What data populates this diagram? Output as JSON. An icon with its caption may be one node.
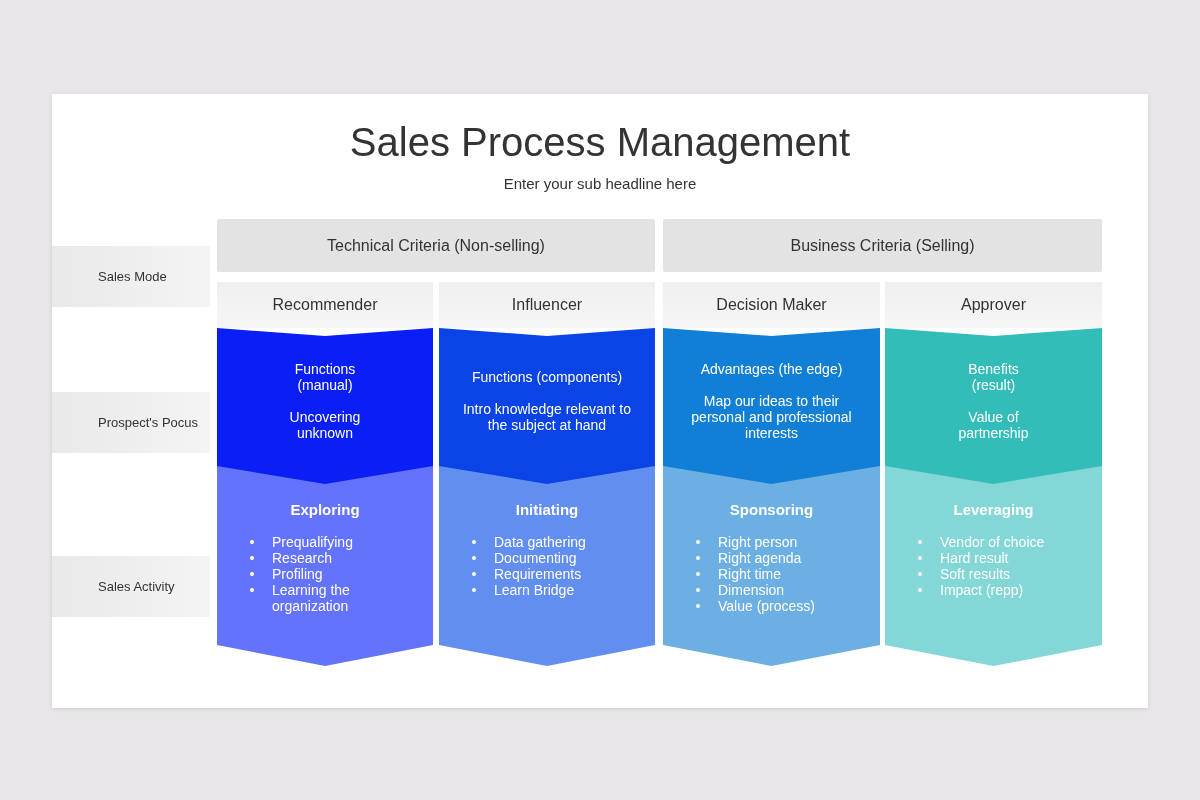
{
  "diagram": {
    "title": "Sales Process Management",
    "nodes": [
      {
        "text": [
          "Technical Criteria (Non-selling)"
        ]
      },
      {
        "text": [
          "Business Criteria (Selling)"
        ]
      },
      {
        "text": [
          "Sales Mode"
        ]
      },
      {
        "text": [
          "Recommender"
        ]
      },
      {
        "text": [
          "Influencer"
        ]
      },
      {
        "text": [
          "Decision Maker"
        ]
      },
      {
        "text": [
          "Approver"
        ]
      },
      {
        "text": [
          "Prospect's Pocus"
        ]
      },
      {
        "text": [
          "Functions (manual)",
          "Uncovering unknown"
        ]
      },
      {
        "text": [
          "Functions (components)",
          "Intro knowledge relevant to the subject at hand"
        ]
      },
      {
        "text": [
          "Advantages (the edge)",
          "Map our ideas to their personal and professional interests"
        ]
      },
      {
        "text": [
          "Benefits (result)",
          "Value of partnership"
        ]
      },
      {
        "text": [
          "Sales Activity"
        ]
      },
      {
        "text": [
          "Exploring",
          "Prequalifying",
          "Research",
          "Profiling",
          "Learning the organization"
        ]
      },
      {
        "text": [
          "Initiating",
          "Data gathering",
          "Documenting",
          "Requirements",
          "Learn Bridge"
        ]
      },
      {
        "text": [
          "Sponsoring",
          "Right person",
          "Right agenda",
          "Right time",
          "Dimension",
          "Value (process)"
        ]
      },
      {
        "text": [
          "Leveraging",
          "Vendor of choice",
          "Hard result",
          "Soft results",
          "Impact (repp)"
        ]
      }
    ],
    "labels": [
      "Enter your sub headline here"
    ]
  }
}
